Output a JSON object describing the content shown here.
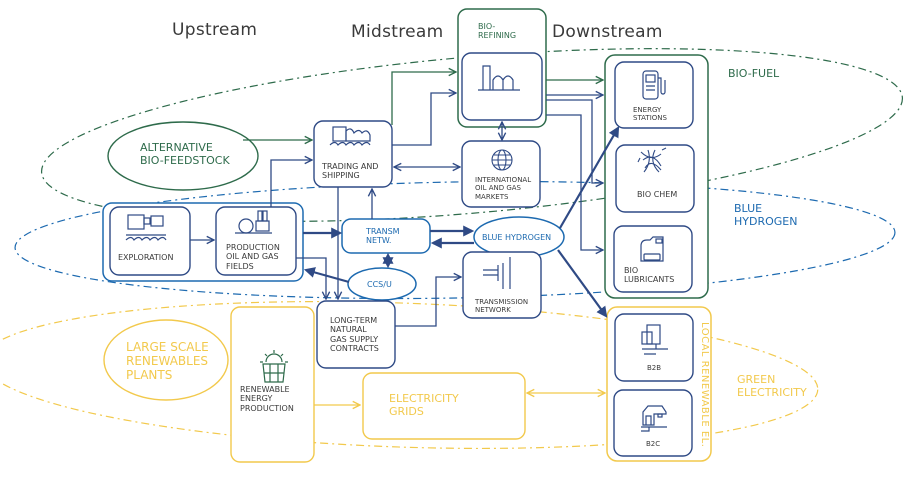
{
  "stages": {
    "upstream": "Upstream",
    "midstream": "Midstream",
    "downstream": "Downstream"
  },
  "colors": {
    "green": "#2e6b4b",
    "navy": "#2f4a85",
    "blue": "#1d6ab0",
    "yellow": "#f2c94c",
    "text": "#3a3a3a"
  },
  "clusters": {
    "bio_fuel": "BIO-FUEL",
    "blue_hydrogen": "BLUE\nHYDROGEN",
    "green_electricity": "GREEN\nELECTRICITY"
  },
  "sources": {
    "alternative_bio_feedstock": "ALTERNATIVE\nBIO-FEEDSTOCK",
    "large_scale_renewables": "LARGE SCALE\nRENEWABLES\nPLANTS"
  },
  "nodes": {
    "exploration": "EXPLORATION",
    "production": "PRODUCTION\nOIL AND GAS\nFIELDS",
    "trading_shipping": "TRADING AND\nSHIPPING",
    "bio_refining": "BIO-\nREFINING",
    "international_markets": "INTERNATIONAL\nOIL AND GAS\nMARKETS",
    "transm_netw": "TRANSM\nNETW.",
    "blue_hydrogen_node": "BLUE HYDROGEN",
    "ccsu": "CCS/U",
    "transmission_network": "TRANSMISSION\nNETWORK",
    "long_term_contracts": "LONG-TERM\nNATURAL\nGAS SUPPLY\nCONTRACTS",
    "renewable_production": "RENEWABLE\nENERGY\nPRODUCTION",
    "electricity_grids": "ELECTRICITY\nGRIDS",
    "energy_stations": "ENERGY\nSTATIONS",
    "bio_chem": "BIO CHEM",
    "bio_lubricants": "BIO\nLUBRICANTS",
    "local_renewable": "LOCAL RENEWABLE EL.",
    "b2b": "B2B",
    "b2c": "B2C"
  }
}
